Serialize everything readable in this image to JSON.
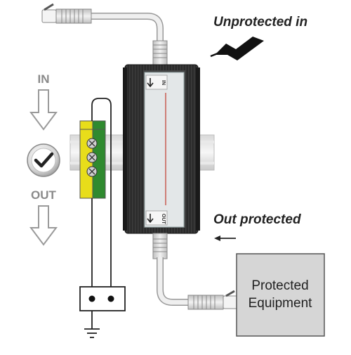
{
  "labels": {
    "unprotected_in": "Unprotected in",
    "out_protected": "Out protected",
    "in": "IN",
    "out": "OUT",
    "port_in": "IN",
    "port_out": "OUT",
    "equipment_line1": "Protected",
    "equipment_line2": "Equipment"
  },
  "icons": {
    "lightning": "lightning-bolt-icon",
    "check": "checkmark-icon",
    "arrow_down": "arrow-down-icon",
    "arrow_left": "arrow-left-icon",
    "ground": "ground-symbol-icon"
  },
  "colors": {
    "terminal_yellow": "#e8dd1a",
    "terminal_green": "#2f8a2f",
    "housing": "#2b2b2b",
    "panel": "#e3e7e8",
    "equipment_box": "#d6d6d6",
    "trace": "#c0392b"
  }
}
